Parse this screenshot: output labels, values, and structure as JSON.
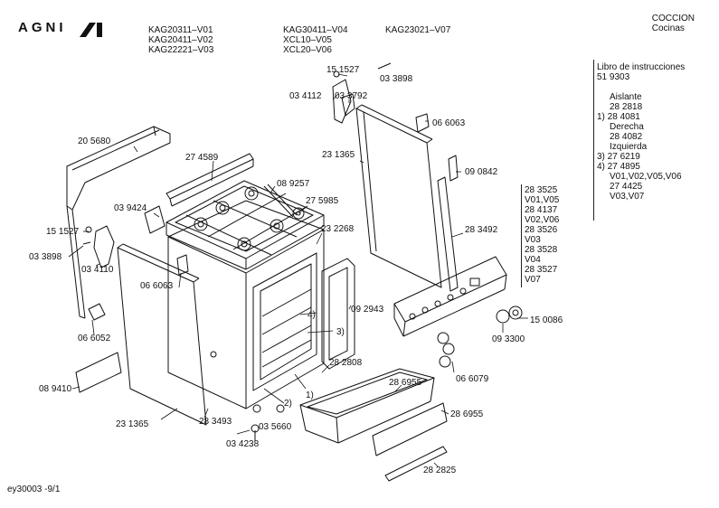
{
  "header": {
    "brand": "AGNI",
    "models_col1": [
      "KAG20311–V01",
      "KAG20411–V02",
      "KAG22221–V03"
    ],
    "models_col2": [
      "KAG30411–V04",
      "XCL10–V05",
      "XCL20–V06"
    ],
    "models_col3": [
      "KAG23021–V07"
    ],
    "category": [
      "COCCION",
      "Cocinas"
    ]
  },
  "side_notes": [
    "Libro de instrucciones",
    "51 9303",
    "",
    "Aislante",
    "28 2818",
    "1) 28 4081",
    "Derecha",
    "28 4082",
    "Izquierda",
    "3) 27 6219",
    "4) 27 4895",
    "V01,V02,V05,V06",
    "27 4425",
    "V03,V07"
  ],
  "variant_stack": [
    "28 3525",
    "V01,V05",
    "28 4137",
    "V02,V06",
    "28 3526",
    "V03",
    "28 3528",
    "V04",
    "28 3527",
    "V07"
  ],
  "part_labels": [
    {
      "id": "p1",
      "text": "15 1527"
    },
    {
      "id": "p2",
      "text": "03 3898"
    },
    {
      "id": "p3",
      "text": "03 4112"
    },
    {
      "id": "p4",
      "text": "03 3792"
    },
    {
      "id": "p5",
      "text": "06 6063"
    },
    {
      "id": "p6",
      "text": "20 5680"
    },
    {
      "id": "p7",
      "text": "27 4589"
    },
    {
      "id": "p8",
      "text": "23 1365"
    },
    {
      "id": "p9",
      "text": "09 0842"
    },
    {
      "id": "p10",
      "text": "08 9257"
    },
    {
      "id": "p11",
      "text": "03 9424"
    },
    {
      "id": "p12",
      "text": "27 5985"
    },
    {
      "id": "p13",
      "text": "23 2268"
    },
    {
      "id": "p14",
      "text": "28 3492"
    },
    {
      "id": "p15",
      "text": "15 1527"
    },
    {
      "id": "p16",
      "text": "03 3898"
    },
    {
      "id": "p17",
      "text": "03 4110"
    },
    {
      "id": "p18",
      "text": "06 6063"
    },
    {
      "id": "p19",
      "text": "4)"
    },
    {
      "id": "p20",
      "text": "09 2943"
    },
    {
      "id": "p21",
      "text": "3)"
    },
    {
      "id": "p22",
      "text": "15 0086"
    },
    {
      "id": "p23",
      "text": "09 3300"
    },
    {
      "id": "p24",
      "text": "06 6052"
    },
    {
      "id": "p25",
      "text": "28 2808"
    },
    {
      "id": "p26",
      "text": "06 6079"
    },
    {
      "id": "p27",
      "text": "08 9410"
    },
    {
      "id": "p28",
      "text": "28 6955"
    },
    {
      "id": "p29",
      "text": "1)"
    },
    {
      "id": "p30",
      "text": "2)"
    },
    {
      "id": "p31",
      "text": "28 6955"
    },
    {
      "id": "p32",
      "text": "23 1365"
    },
    {
      "id": "p33",
      "text": "28 3493"
    },
    {
      "id": "p34",
      "text": "03 5660"
    },
    {
      "id": "p35",
      "text": "03 4238"
    },
    {
      "id": "p36",
      "text": "28 2825"
    }
  ],
  "footer": "ey30003   -9/1"
}
